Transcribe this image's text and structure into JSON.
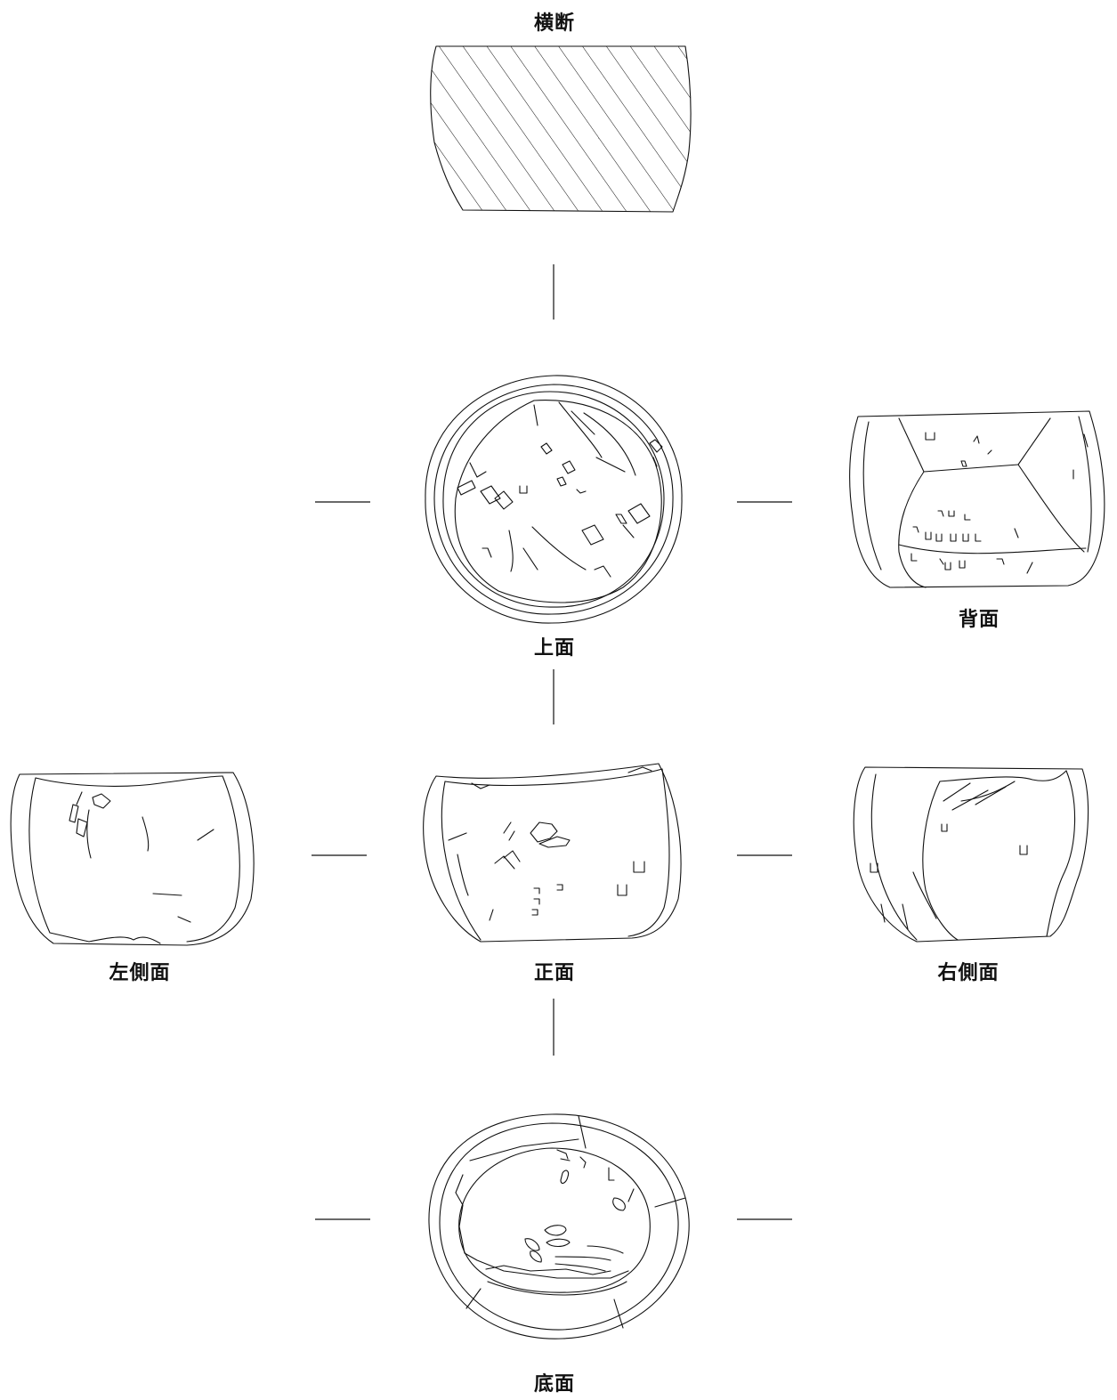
{
  "views": {
    "cross_section": {
      "label": "横断"
    },
    "top": {
      "label": "上面"
    },
    "back": {
      "label": "背面"
    },
    "left_side": {
      "label": "左側面"
    },
    "front": {
      "label": "正面"
    },
    "right_side": {
      "label": "右側面"
    },
    "bottom": {
      "label": "底面"
    }
  }
}
